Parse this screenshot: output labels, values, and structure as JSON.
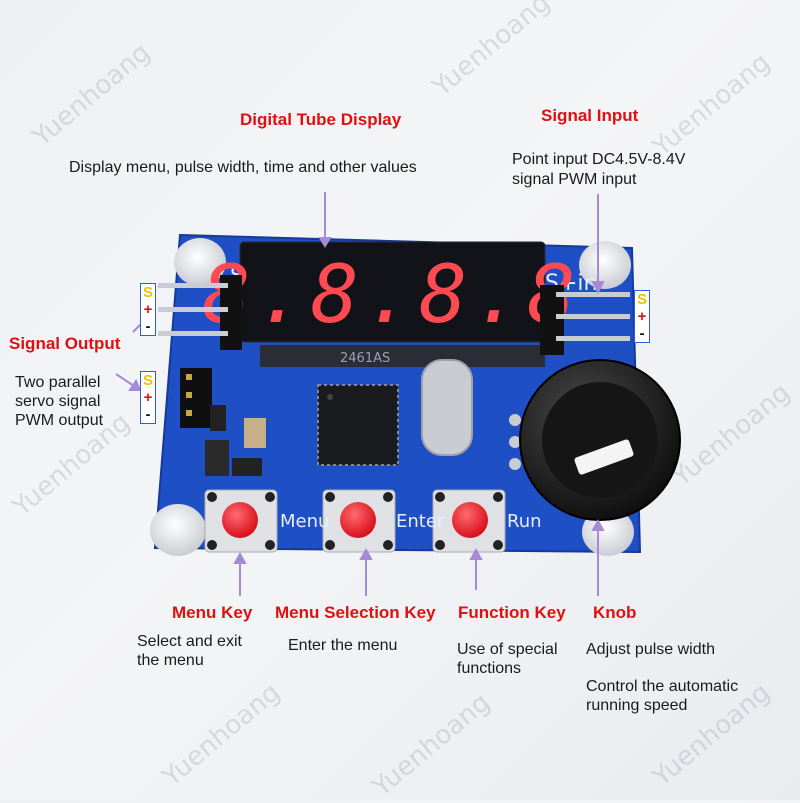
{
  "watermark": "Yuenhoang",
  "labels": {
    "display_title": "Digital Tube Display",
    "display_desc": "Display menu, pulse width, time and other values",
    "input_title": "Signal Input",
    "input_desc_1": "Point input DC4.5V-8.4V",
    "input_desc_2": "signal PWM input",
    "output_title": "Signal Output",
    "output_desc_1": "Two parallel",
    "output_desc_2": "servo signal",
    "output_desc_3": "PWM output",
    "menu_key_title": "Menu Key",
    "menu_key_desc_1": "Select and exit",
    "menu_key_desc_2": "the menu",
    "menu_sel_title": "Menu Selection Key",
    "menu_sel_desc": "Enter the menu",
    "func_key_title": "Function Key",
    "func_key_desc_1": "Use of special",
    "func_key_desc_2": "functions",
    "knob_title": "Knob",
    "knob_desc_1": "Adjust pulse width",
    "knob_desc_2": "Control the automatic",
    "knob_desc_3": "running speed"
  },
  "pins": {
    "s": "S",
    "plus": "+",
    "minus": "-"
  },
  "board": {
    "btn_menu": "Menu",
    "btn_enter": "Enter",
    "btn_run": "Run",
    "silk_s_in": "S+in",
    "silk_s_left": "S",
    "chip_marking": "2461AS",
    "display_digits": "8.8.8.8"
  },
  "colors": {
    "title_red": "#e01010",
    "pcb_blue": "#1f4fc4",
    "arrow_purple": "#a58ad8",
    "pin_box_border": "#2b5fd9",
    "segment_red": "#ff4a52"
  }
}
